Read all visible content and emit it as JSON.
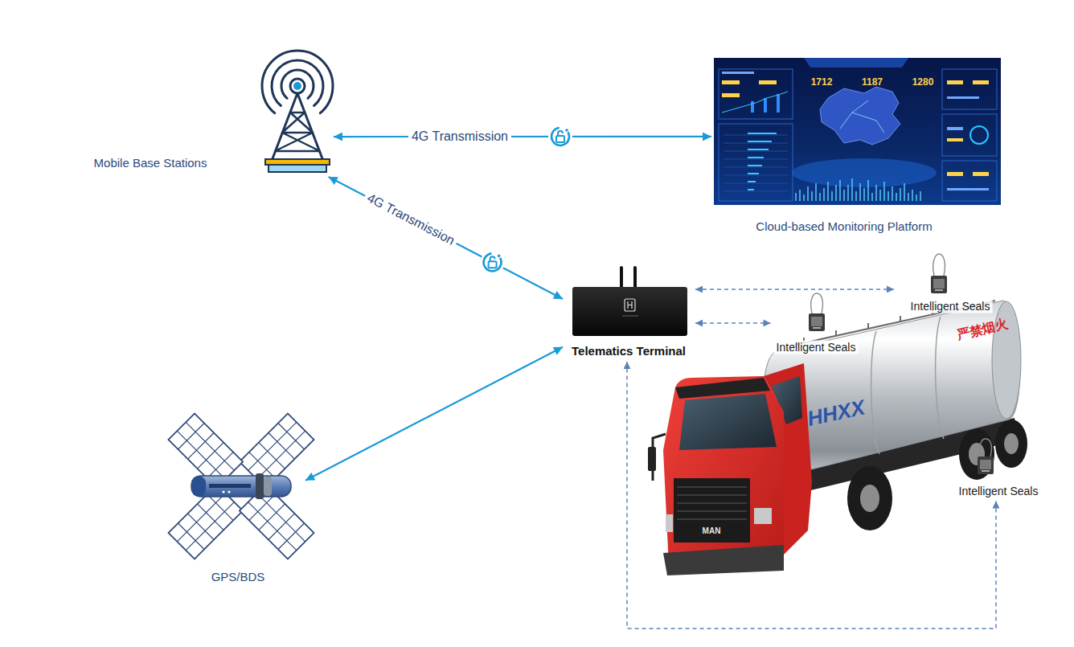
{
  "diagram": {
    "nodes": [
      {
        "text": [
          "Mobile Base Stations"
        ]
      },
      {
        "text": [
          "Cloud-based Monitoring Platform"
        ]
      },
      {
        "text": [
          "Intelligent Seals"
        ]
      },
      {
        "text": [
          "Telematics Terminal"
        ]
      },
      {
        "text": [
          "Intelligent Seals"
        ]
      },
      {
        "text": [
          "Intelligent Seals"
        ]
      },
      {
        "text": [
          "GPS/BDS"
        ]
      }
    ],
    "edges": [
      {
        "from": 0,
        "to": 1,
        "label": "4G Transmission",
        "arrow": "both"
      },
      {
        "from": 3,
        "to": 0,
        "label": "4G Transmission",
        "arrow": "both"
      },
      {
        "from": 6,
        "to": 3,
        "arrow": "both"
      },
      {
        "from": 3,
        "to": 2,
        "arrow": "both"
      },
      {
        "from": 3,
        "to": 4,
        "arrow": "both"
      },
      {
        "from": 5,
        "to": 3,
        "arrow": "both"
      }
    ],
    "labels": [
      "1712",
      "1187",
      "1280",
      "HHXX",
      "严禁烟火",
      "MAN"
    ]
  }
}
